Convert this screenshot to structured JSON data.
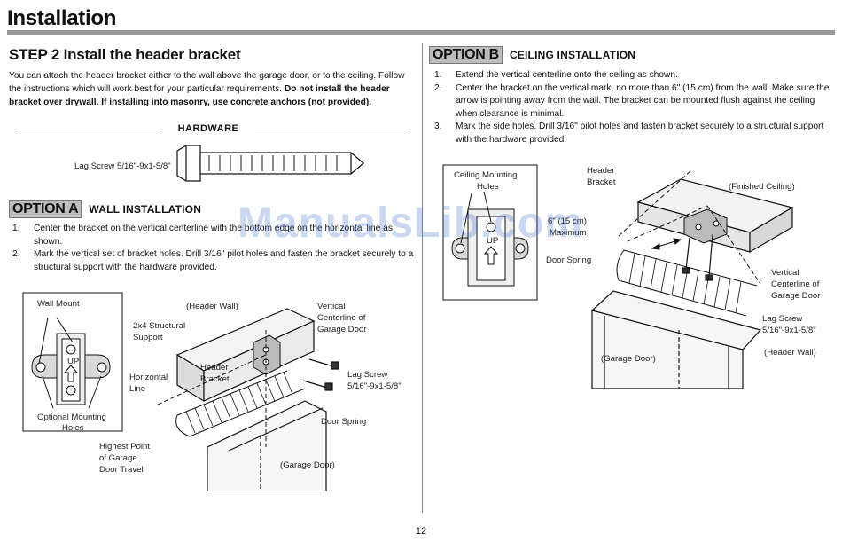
{
  "page": {
    "title": "Installation",
    "page_number": "12",
    "watermark": "ManualsLib.com"
  },
  "step2": {
    "heading": "STEP 2 Install the header bracket",
    "intro_normal": "You can attach the header bracket either to the wall above the garage door, or to the ceiling. Follow the instructions which will work best for your particular requirements. ",
    "intro_bold": "Do not install the header bracket over drywall. If installing into masonry, use concrete anchors (not provided)."
  },
  "hardware": {
    "title": "HARDWARE",
    "lag_screw_label": "Lag Screw 5/16\"-9x1-5/8\""
  },
  "option_a": {
    "badge": "OPTION A",
    "title": "WALL INSTALLATION",
    "steps": [
      {
        "num": "1.",
        "text": "Center the bracket on the vertical centerline with the bottom edge on the horizontal line as shown."
      },
      {
        "num": "2.",
        "text": "Mark the vertical set of bracket holes. Drill 3/16\" pilot holes and fasten the bracket securely to a structural support with the hardware provided."
      }
    ],
    "figure": {
      "wall_mount": "Wall Mount",
      "up": "UP",
      "optional_mounting": "Optional Mounting",
      "holes": "Holes",
      "header_wall": "(Header Wall)",
      "structural_1": "2x4 Structural",
      "structural_2": "Support",
      "vertical_1": "Vertical",
      "vertical_2": "Centerline of",
      "vertical_3": "Garage Door",
      "header_1": "Header",
      "header_2": "Bracket",
      "horizontal_1": "Horizontal",
      "horizontal_2": "Line",
      "lag_1": "Lag Screw",
      "lag_2": "5/16\"-9x1-5/8\"",
      "door_spring": "Door Spring",
      "highest_1": "Highest Point",
      "highest_2": "of Garage",
      "highest_3": "Door Travel",
      "garage_door": "(Garage Door)"
    }
  },
  "option_b": {
    "badge": "OPTION B",
    "title": "CEILING INSTALLATION",
    "steps": [
      {
        "num": "1.",
        "text": "Extend the vertical centerline onto the ceiling as shown."
      },
      {
        "num": "2.",
        "text": "Center the bracket on the vertical mark, no more than 6\" (15 cm) from the wall. Make sure the arrow is pointing away from the wall. The bracket can be mounted flush against the ceiling when clearance is minimal."
      },
      {
        "num": "3.",
        "text": "Mark the side holes. Drill 3/16\" pilot holes and fasten bracket securely to a structural support with the hardware provided."
      }
    ],
    "figure": {
      "ceiling_1": "Ceiling Mounting",
      "ceiling_2": "Holes",
      "up": "UP",
      "header_1": "Header",
      "header_2": "Bracket",
      "finished_ceiling": "(Finished Ceiling)",
      "six_inch": "6\" (15 cm)",
      "maximum": "Maximum",
      "door_spring": "Door Spring",
      "vertical_1": "Vertical",
      "vertical_2": "Centerline of",
      "vertical_3": "Garage Door",
      "lag_1": "Lag Screw",
      "lag_2": "5/16\"-9x1-5/8\"",
      "header_wall": "(Header Wall)",
      "garage_door": "(Garage Door)"
    }
  }
}
